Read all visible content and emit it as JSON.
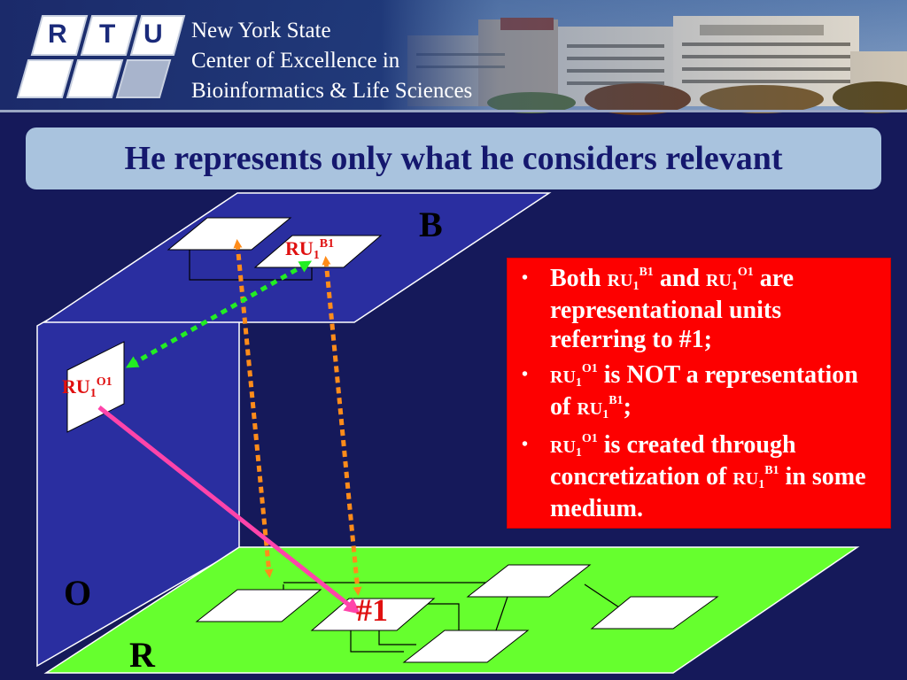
{
  "header": {
    "logo_letters": [
      "R",
      "T",
      "U"
    ],
    "org_lines": [
      "New York State",
      "Center of Excellence in",
      "Bioinformatics & Life Sciences"
    ]
  },
  "slide": {
    "title": "He represents only what he considers relevant"
  },
  "diagram": {
    "plane_b_label": "B",
    "plane_o_label": "O",
    "plane_r_label": "R",
    "ru_b1": {
      "base": "RU",
      "sub": "1",
      "sup": "B1"
    },
    "ru_o1": {
      "base": "RU",
      "sub": "1",
      "sup": "O1"
    },
    "target_label": "#1"
  },
  "bullets": {
    "b1": {
      "t1": "Both ",
      "ru1": "RU",
      "sub1": "1",
      "sup1": "B1",
      "t2": " and ",
      "ru2": "RU",
      "sub2": "1",
      "sup2": "O1",
      "t3": " are representational units referring to #1;"
    },
    "b2": {
      "ru1": "RU",
      "sub1": "1",
      "sup1": "O1",
      "t1": " is NOT a representation of ",
      "ru2": "RU",
      "sub2": "1",
      "sup2": "B1",
      "t2": ";"
    },
    "b3": {
      "ru1": "RU",
      "sub1": "1",
      "sup1": "O1",
      "t1": " is created through concretization of ",
      "ru2": "RU",
      "sub2": "1",
      "sup2": "B1",
      "t2": " in some medium."
    },
    "bullet_char": "•"
  },
  "colors": {
    "background": "#15195a",
    "plane_b": "#2a2ea0",
    "plane_o": "#2a2ea0",
    "plane_r": "#66ff2e",
    "info_box": "#fd0000",
    "arrow_orange": "#ff8c1a",
    "arrow_green": "#22ee22",
    "arrow_pink": "#ff44aa"
  }
}
